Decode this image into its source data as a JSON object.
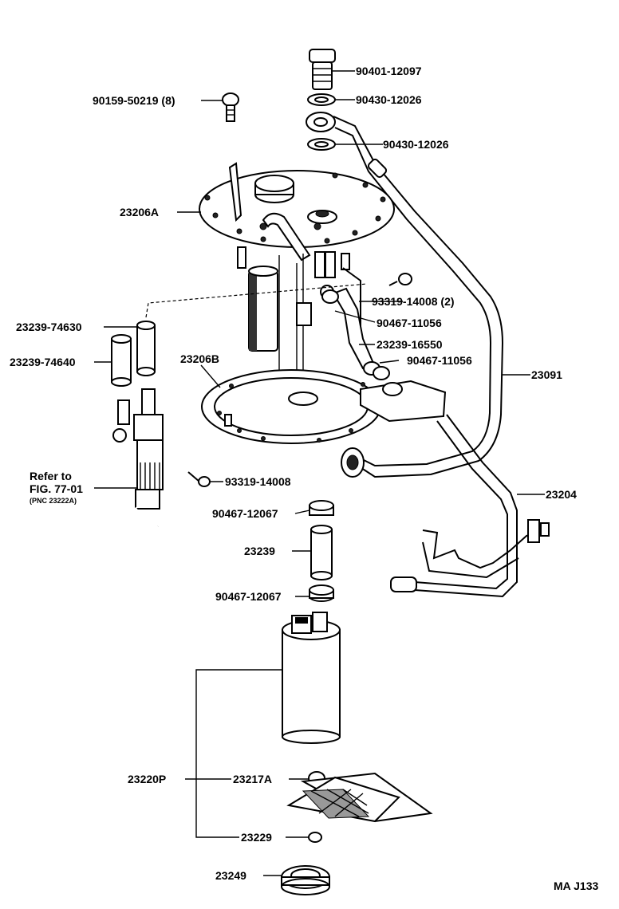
{
  "labels": {
    "p90401": "90401-12097",
    "p90430a": "90430-12026",
    "p90430b": "90430-12026",
    "p90159": "90159-50219 (8)",
    "p23206a": "23206A",
    "p93319a": "93319-14008 (2)",
    "p23239_74630": "23239-74630",
    "p90467_11056a": "90467-11056",
    "p23239_74640": "23239-74640",
    "p23239_16550": "23239-16550",
    "p23206b": "23206B",
    "p90467_11056b": "90467-11056",
    "p23091": "23091",
    "refer_line1": "Refer to",
    "refer_line2": "FIG. 77-01",
    "refer_line3": "(PNC 23222A)",
    "p93319b": "93319-14008",
    "p23204": "23204",
    "p90467_12067a": "90467-12067",
    "p23239": "23239",
    "p90467_12067b": "90467-12067",
    "p23220p": "23220P",
    "p23217a": "23217A",
    "p23229": "23229",
    "p23249": "23249",
    "figure_id": "MA J133"
  }
}
